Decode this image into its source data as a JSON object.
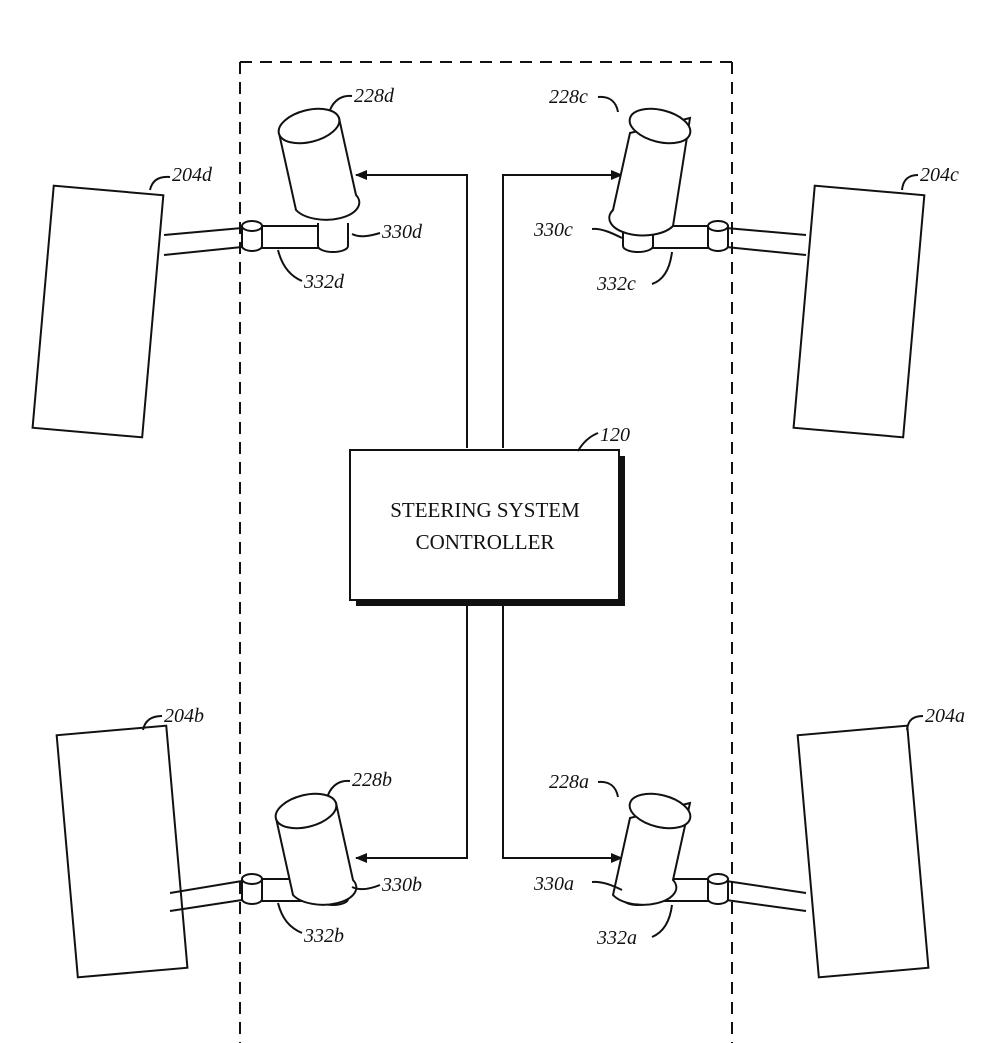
{
  "controller": {
    "line1": "STEERING SYSTEM",
    "line2": "CONTROLLER",
    "ref": "120"
  },
  "wheels": {
    "front_left": "204d",
    "front_right": "204c",
    "rear_left": "204b",
    "rear_right": "204a"
  },
  "actuators": {
    "front_left": "228d",
    "front_right": "228c",
    "rear_left": "228b",
    "rear_right": "228a"
  },
  "shafts": {
    "front_left": "330d",
    "front_right": "330c",
    "rear_left": "330b",
    "rear_right": "330a"
  },
  "links": {
    "front_left": "332d",
    "front_right": "332c",
    "rear_left": "332b",
    "rear_right": "332a"
  }
}
